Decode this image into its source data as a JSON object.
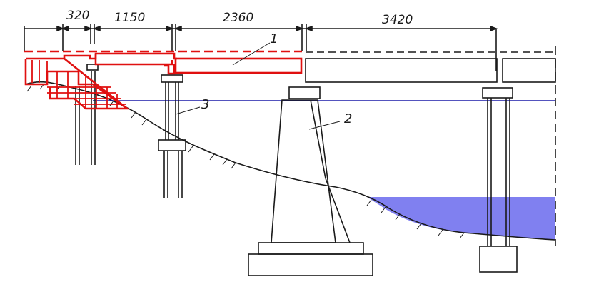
{
  "dimensions": {
    "d1": "320",
    "d2": "1150",
    "d3": "2360",
    "d4": "3420"
  },
  "labels": {
    "l1": "1",
    "l2": "2",
    "l3": "3"
  },
  "colors": {
    "ink": "#1a1a1a",
    "temporary_structure": "#e01010",
    "water_level_line": "#1a1aa8",
    "water": "#8080f0"
  }
}
